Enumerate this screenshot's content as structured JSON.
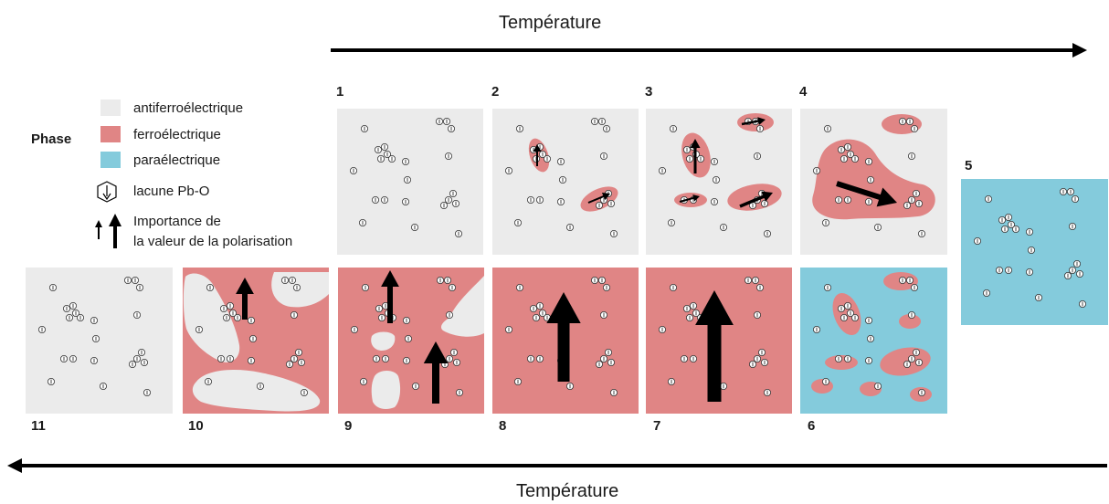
{
  "axis": {
    "top_label": "Température",
    "bottom_label": "Température"
  },
  "legend": {
    "title": "Phase",
    "items": [
      {
        "label": "antiferroélectrique",
        "color": "#ebebeb"
      },
      {
        "label": "ferroélectrique",
        "color": "#e08585"
      },
      {
        "label": "paraélectrique",
        "color": "#84cbdc"
      }
    ],
    "vacancy_label": "lacune Pb-O",
    "polarization_label_line1": "Importance de",
    "polarization_label_line2": "la valeur de la polarisation"
  },
  "colors": {
    "antiferro": "#ebebeb",
    "ferro": "#e08585",
    "para": "#84cbdc"
  },
  "panels": [
    {
      "number": "1",
      "phase": "antiferroélectrique"
    },
    {
      "number": "2",
      "phase": "antiferroélectrique"
    },
    {
      "number": "3",
      "phase": "antiferroélectrique"
    },
    {
      "number": "4",
      "phase": "antiferroélectrique"
    },
    {
      "number": "5",
      "phase": "paraélectrique"
    },
    {
      "number": "6",
      "phase": "paraélectrique"
    },
    {
      "number": "7",
      "phase": "ferroélectrique"
    },
    {
      "number": "8",
      "phase": "ferroélectrique"
    },
    {
      "number": "9",
      "phase": "ferroélectrique"
    },
    {
      "number": "10",
      "phase": "ferroélectrique"
    },
    {
      "number": "11",
      "phase": "antiferroélectrique"
    }
  ]
}
